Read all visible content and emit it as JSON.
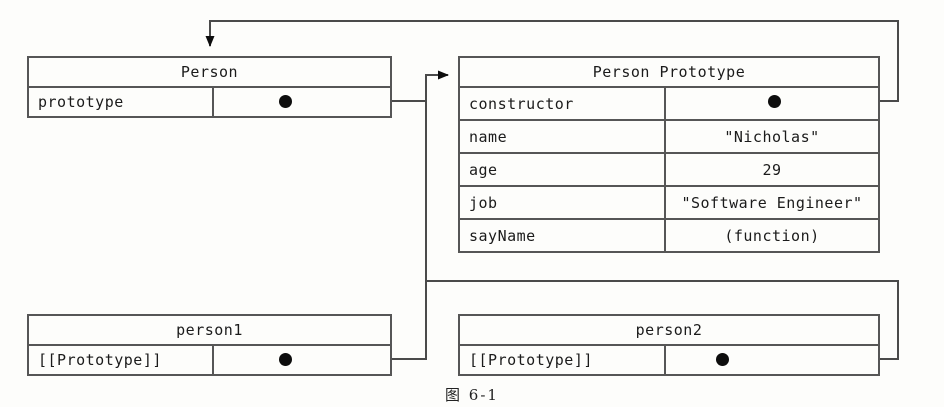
{
  "diagram": {
    "title": "JavaScript prototype chain diagram",
    "caption": "图 6-1",
    "colors": {
      "background": "#fdfdfb",
      "stroke": "#565656",
      "wire": "#4a4a4a",
      "dot": "#0d0d0d",
      "text": "#1b1b1b"
    },
    "boxes": {
      "person": {
        "title": "Person",
        "rows": [
          {
            "key": "prototype",
            "value": ""
          }
        ]
      },
      "person_prototype": {
        "title": "Person Prototype",
        "rows": [
          {
            "key": "constructor",
            "value": ""
          },
          {
            "key": "name",
            "value": "\"Nicholas\""
          },
          {
            "key": "age",
            "value": "29"
          },
          {
            "key": "job",
            "value": "\"Software Engineer\""
          },
          {
            "key": "sayName",
            "value": "(function)"
          }
        ]
      },
      "person1": {
        "title": "person1",
        "rows": [
          {
            "key": "[[Prototype]]",
            "value": ""
          }
        ]
      },
      "person2": {
        "title": "person2",
        "rows": [
          {
            "key": "[[Prototype]]",
            "value": ""
          }
        ]
      }
    },
    "connections": [
      {
        "from": "person.prototype",
        "to": "person_prototype",
        "label": ""
      },
      {
        "from": "person_prototype.constructor",
        "to": "person",
        "label": ""
      },
      {
        "from": "person1.[[Prototype]]",
        "to": "person_prototype",
        "label": ""
      },
      {
        "from": "person2.[[Prototype]]",
        "to": "person_prototype",
        "label": ""
      }
    ]
  }
}
